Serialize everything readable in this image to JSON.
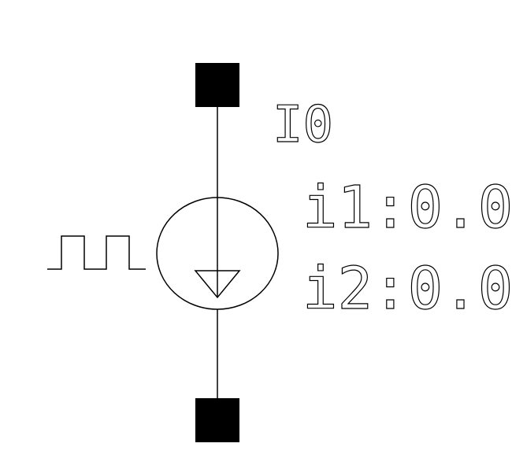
{
  "component": {
    "instance_name": "I0",
    "param_i1": "i1:0.0",
    "param_i2": "i2:0.0",
    "symbol": "pulse-current-source",
    "colors": {
      "line": "#000000",
      "background": "#ffffff",
      "pin_fill": "#000000"
    }
  }
}
